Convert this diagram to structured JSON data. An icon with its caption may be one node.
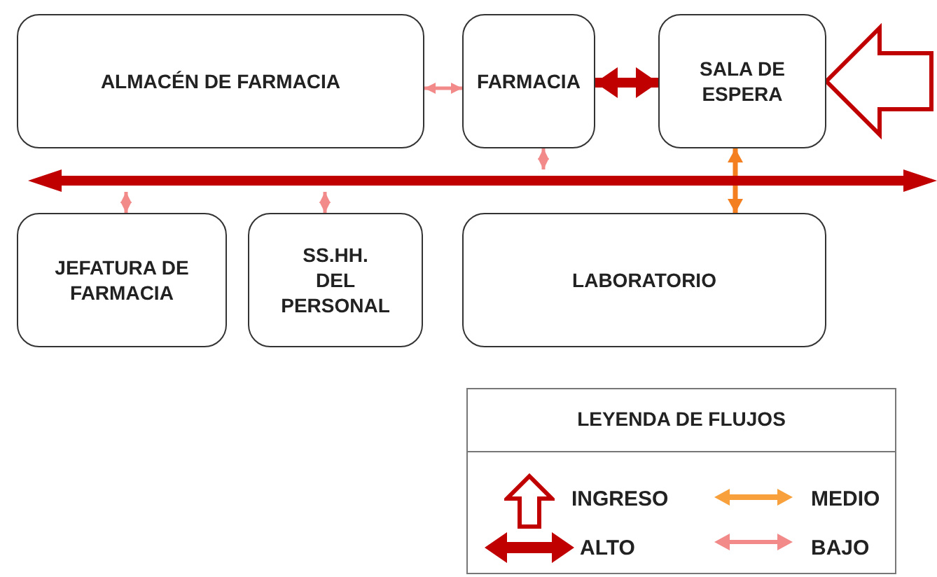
{
  "diagram": {
    "nodes": [
      {
        "text": [
          "ALMACÉN DE FARMACIA"
        ]
      },
      {
        "text": [
          "FARMACIA"
        ]
      },
      {
        "text": [
          "SALA DE ESPERA"
        ]
      },
      {
        "text": [],
        "shape": "bar"
      },
      {
        "text": [
          "JEFATURA DE FARMACIA"
        ]
      },
      {
        "text": [
          "SS.HH. DEL PERSONAL"
        ]
      },
      {
        "text": [
          "LABORATORIO"
        ]
      }
    ],
    "edges": [
      {
        "from": 0,
        "to": 1,
        "arrow": "both"
      },
      {
        "from": 1,
        "to": 2,
        "arrow": "both",
        "style": "thick",
        "color": "#c00000"
      },
      {
        "from": null,
        "to": 2,
        "arrow": "to",
        "style": "thick",
        "color": "#c00000"
      },
      {
        "from": 1,
        "to": 3,
        "arrow": "both"
      },
      {
        "from": 2,
        "to": 6,
        "arrow": "both",
        "color": "#f47f20"
      },
      {
        "from": 4,
        "to": 3,
        "arrow": "both"
      },
      {
        "from": 5,
        "to": 3,
        "arrow": "both"
      }
    ],
    "labels": [
      "LEYENDA DE FLUJOS"
    ],
    "legend": [
      {
        "text": "INGRESO"
      },
      {
        "text": "MEDIO"
      },
      {
        "text": "ALTO"
      },
      {
        "text": "BAJO"
      }
    ]
  }
}
